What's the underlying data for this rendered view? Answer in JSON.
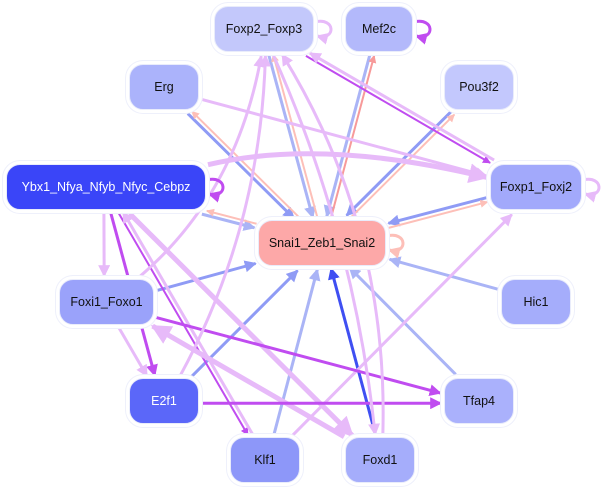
{
  "diagram": {
    "type": "gene-regulatory-network",
    "nodes": [
      {
        "id": "snai",
        "label": "Snai1_Zeb1_Snai2",
        "color": "#fda8a8",
        "text_color": "#111111"
      },
      {
        "id": "foxp2",
        "label": "Foxp2_Foxp3",
        "color": "#c3c8fb",
        "text_color": "#111111"
      },
      {
        "id": "mef2c",
        "label": "Mef2c",
        "color": "#b3b9fb",
        "text_color": "#111111"
      },
      {
        "id": "erg",
        "label": "Erg",
        "color": "#abb3fb",
        "text_color": "#111111"
      },
      {
        "id": "pou3f2",
        "label": "Pou3f2",
        "color": "#c3c8fd",
        "text_color": "#111111"
      },
      {
        "id": "ybx1",
        "label": "Ybx1_Nfya_Nfyb_Nfyc_Cebpz",
        "color": "#3a45f8",
        "text_color": "#ffffff"
      },
      {
        "id": "foxp1",
        "label": "Foxp1_Foxj2",
        "color": "#a2a9fb",
        "text_color": "#111111"
      },
      {
        "id": "foxi1",
        "label": "Foxi1_Foxo1",
        "color": "#9aa2fa",
        "text_color": "#111111"
      },
      {
        "id": "hic1",
        "label": "Hic1",
        "color": "#a5adfb",
        "text_color": "#111111"
      },
      {
        "id": "e2f1",
        "label": "E2f1",
        "color": "#5b67f9",
        "text_color": "#ffffff"
      },
      {
        "id": "tfap4",
        "label": "Tfap4",
        "color": "#aab1fc",
        "text_color": "#111111"
      },
      {
        "id": "klf1",
        "label": "Klf1",
        "color": "#8d97f9",
        "text_color": "#111111"
      },
      {
        "id": "foxd1",
        "label": "Foxd1",
        "color": "#a5adfb",
        "text_color": "#111111"
      }
    ],
    "edge_colors": {
      "blue": "#8f9bf5",
      "light_blue": "#aab4f6",
      "dark_blue": "#3f4ff2",
      "violet": "#c04cf0",
      "light_violet": "#e7baf9",
      "salmon": "#fdbfb8",
      "red": "#f79a9a"
    },
    "edges": [
      {
        "from": "erg",
        "to": "snai",
        "color": "blue",
        "width": 3
      },
      {
        "from": "snai",
        "to": "erg",
        "color": "salmon",
        "width": 2
      },
      {
        "from": "foxp2",
        "to": "snai",
        "color": "light_blue",
        "width": 3
      },
      {
        "from": "snai",
        "to": "foxp2",
        "color": "salmon",
        "width": 2
      },
      {
        "from": "mef2c",
        "to": "snai",
        "color": "light_blue",
        "width": 3
      },
      {
        "from": "snai",
        "to": "mef2c",
        "color": "red",
        "width": 2
      },
      {
        "from": "pou3f2",
        "to": "snai",
        "color": "blue",
        "width": 3
      },
      {
        "from": "snai",
        "to": "pou3f2",
        "color": "salmon",
        "width": 2
      },
      {
        "from": "foxp1",
        "to": "snai",
        "color": "blue",
        "width": 3
      },
      {
        "from": "snai",
        "to": "foxp1",
        "color": "salmon",
        "width": 2
      },
      {
        "from": "ybx1",
        "to": "snai",
        "color": "light_blue",
        "width": 3
      },
      {
        "from": "snai",
        "to": "ybx1",
        "color": "salmon",
        "width": 2
      },
      {
        "from": "foxi1",
        "to": "snai",
        "color": "blue",
        "width": 3
      },
      {
        "from": "hic1",
        "to": "snai",
        "color": "light_blue",
        "width": 3
      },
      {
        "from": "e2f1",
        "to": "snai",
        "color": "blue",
        "width": 3
      },
      {
        "from": "klf1",
        "to": "snai",
        "color": "light_blue",
        "width": 3
      },
      {
        "from": "foxd1",
        "to": "snai",
        "color": "dark_blue",
        "width": 3
      },
      {
        "from": "tfap4",
        "to": "snai",
        "color": "light_blue",
        "width": 3
      },
      {
        "from": "erg",
        "to": "foxp1",
        "color": "light_violet",
        "width": 3
      },
      {
        "from": "foxp2",
        "to": "foxp1",
        "color": "violet",
        "width": 2
      },
      {
        "from": "foxp1",
        "to": "foxp2",
        "color": "light_violet",
        "width": 3
      },
      {
        "from": "ybx1",
        "to": "foxp1",
        "color": "light_violet",
        "width": 5,
        "curve": -0.12
      },
      {
        "from": "klf1",
        "to": "foxp1",
        "color": "light_violet",
        "width": 3
      },
      {
        "from": "ybx1",
        "to": "foxi1",
        "color": "light_violet",
        "width": 3
      },
      {
        "from": "ybx1",
        "to": "e2f1",
        "color": "violet",
        "width": 3
      },
      {
        "from": "ybx1",
        "to": "klf1",
        "color": "violet",
        "width": 2
      },
      {
        "from": "klf1",
        "to": "ybx1",
        "color": "light_violet",
        "width": 3
      },
      {
        "from": "ybx1",
        "to": "foxd1",
        "color": "light_violet",
        "width": 5
      },
      {
        "from": "foxi1",
        "to": "e2f1",
        "color": "light_violet",
        "width": 3
      },
      {
        "from": "foxi1",
        "to": "tfap4",
        "color": "violet",
        "width": 3
      },
      {
        "from": "foxd1",
        "to": "foxi1",
        "color": "light_violet",
        "width": 5
      },
      {
        "from": "e2f1",
        "to": "tfap4",
        "color": "violet",
        "width": 3
      },
      {
        "from": "foxi1",
        "to": "foxp2",
        "color": "light_violet",
        "width": 3,
        "curve": 0.18
      },
      {
        "from": "e2f1",
        "to": "foxp2",
        "color": "light_violet",
        "width": 3,
        "curve": 0.12
      },
      {
        "from": "foxd1",
        "to": "foxp2",
        "color": "light_violet",
        "width": 3,
        "curve": 0.15
      },
      {
        "from": "foxp2",
        "to": "foxd1",
        "color": "light_violet",
        "width": 3,
        "curve": -0.08
      }
    ],
    "self_loops": [
      {
        "node": "foxp2",
        "color": "light_violet"
      },
      {
        "node": "mef2c",
        "color": "violet"
      },
      {
        "node": "ybx1",
        "color": "violet"
      },
      {
        "node": "foxp1",
        "color": "light_violet"
      },
      {
        "node": "snai",
        "color": "salmon"
      }
    ]
  }
}
